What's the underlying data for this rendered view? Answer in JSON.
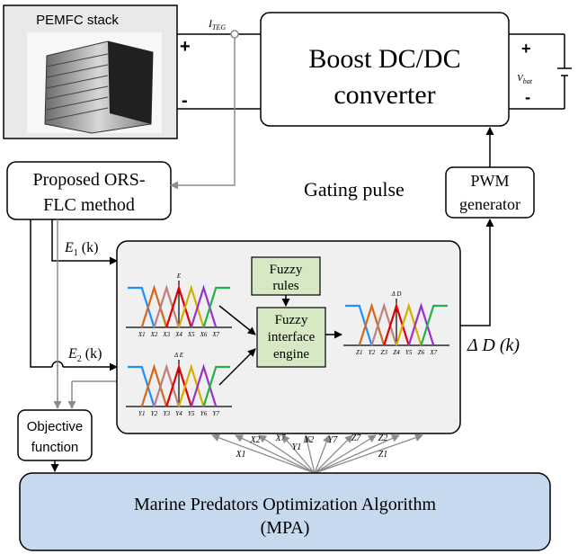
{
  "pemfc": {
    "title": "PEMFC stack",
    "plus": "+",
    "minus": "-"
  },
  "current": {
    "label": "I",
    "sub": "TEG"
  },
  "boost": {
    "line1": "Boost DC/DC",
    "line2": "converter",
    "plus": "+",
    "minus": "-"
  },
  "battery": {
    "label": "V",
    "sub": "bat"
  },
  "proposed": {
    "line1": "Proposed ORS-",
    "line2": "FLC method"
  },
  "gating": "Gating pulse",
  "pwm": {
    "line1": "PWM",
    "line2": "generator"
  },
  "signals": {
    "e1": {
      "var": "E",
      "sub": "1",
      "arg": " (k)"
    },
    "e2": {
      "var": "E",
      "sub": "2",
      "arg": " (k)"
    },
    "dd": "Δ D (k)"
  },
  "fuzzy_rules": {
    "line1": "Fuzzy",
    "line2": "rules"
  },
  "fuzzy_engine": {
    "line1": "Fuzzy",
    "line2": "interface",
    "line3": "engine"
  },
  "mf_e": {
    "axis_label": "E",
    "ticks": [
      "X1",
      "X2",
      "X3",
      "X4",
      "X5",
      "X6",
      "X7"
    ],
    "colors": [
      "#1e90ff",
      "#d2691e",
      "#c08080",
      "#e00000",
      "#d4b000",
      "#9932cc",
      "#22b14c"
    ]
  },
  "mf_de": {
    "axis_label": "Δ E",
    "ticks": [
      "Y1",
      "Y2",
      "Y3",
      "Y4",
      "Y5",
      "Y6",
      "Y7"
    ],
    "colors": [
      "#1e90ff",
      "#d2691e",
      "#c08080",
      "#e00000",
      "#d4b000",
      "#9932cc",
      "#22b14c"
    ]
  },
  "mf_dd": {
    "axis_label": "Δ D",
    "ticks": [
      "Z1",
      "Y2",
      "Z3",
      "Z4",
      "Y5",
      "Z6",
      "X7"
    ],
    "colors": [
      "#1e90ff",
      "#d2691e",
      "#c08080",
      "#e00000",
      "#d4b000",
      "#9932cc",
      "#22b14c"
    ]
  },
  "objective": {
    "line1": "Objective",
    "line2": "function"
  },
  "fan_labels": [
    "X1",
    "X2",
    "X7",
    "Y1",
    "Y2",
    "Y7",
    "Z7",
    "Z2",
    "Z1"
  ],
  "mpa": {
    "line1": "Marine Predators Optimization Algorithm",
    "line2": "(MPA)"
  },
  "colors": {
    "fuzzy_panel": "#f0f0f0",
    "fuzzy_box": "#d6e8c4",
    "mpa_box": "#c6d9ef",
    "gray_line": "#8c8c8c"
  }
}
